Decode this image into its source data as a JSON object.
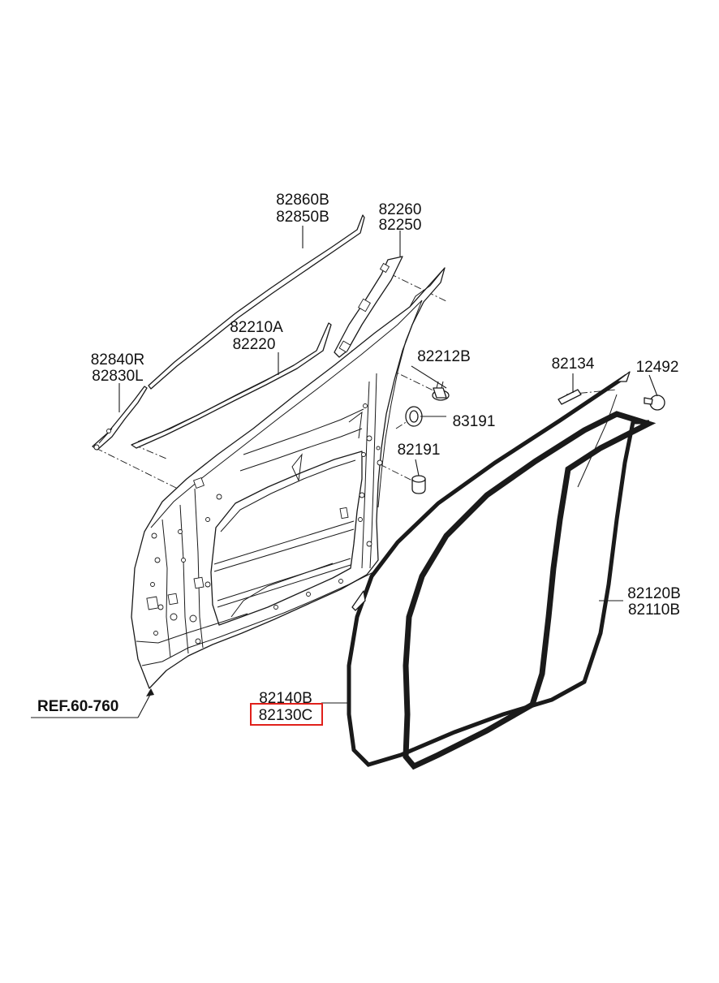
{
  "callouts": {
    "c82860B": "82860B",
    "c82850B": "82850B",
    "c82260": "82260",
    "c82250": "82250",
    "c82210A": "82210A",
    "c82220": "82220",
    "c82840R": "82840R",
    "c82830L": "82830L",
    "c82212B": "82212B",
    "c83191": "83191",
    "c82191": "82191",
    "c82134": "82134",
    "c12492": "12492",
    "c82120B": "82120B",
    "c82110B": "82110B",
    "c82140B": "82140B",
    "c82130C": "82130C"
  },
  "reference": "REF.60-760",
  "highlighted_part": "82130C",
  "highlight_color": "#e0201b"
}
